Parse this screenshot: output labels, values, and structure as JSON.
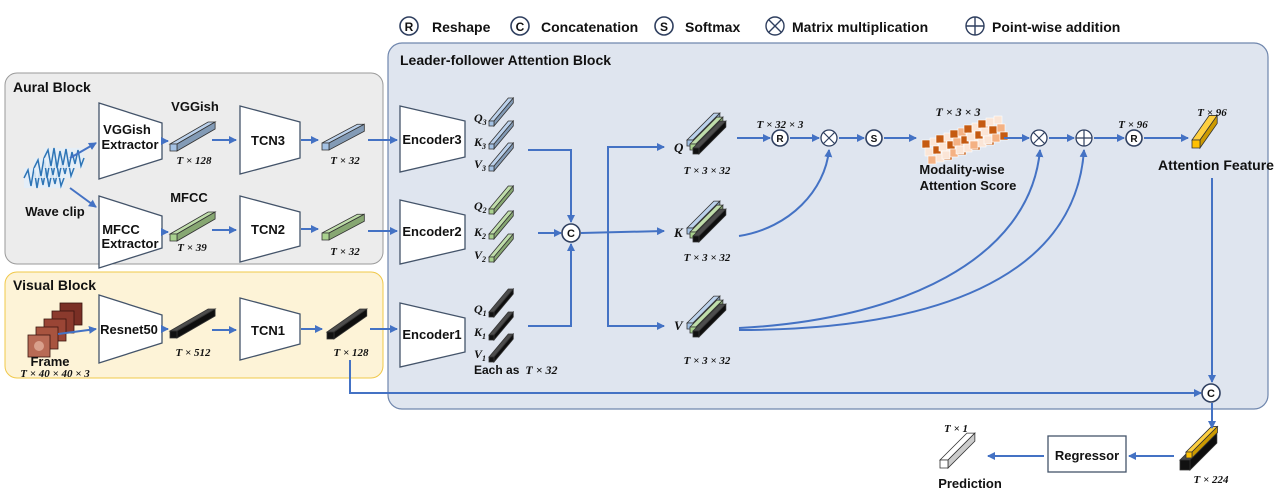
{
  "legend": {
    "reshape_symbol": "R",
    "reshape_label": "Reshape",
    "concat_symbol": "C",
    "concat_label": "Concatenation",
    "softmax_symbol": "S",
    "softmax_label": "Softmax",
    "matmul_label": "Matrix multiplication",
    "add_label": "Point-wise addition"
  },
  "blocks": {
    "aural": "Aural Block",
    "visual": "Visual Block",
    "attention": "Leader-follower Attention Block"
  },
  "inputs": {
    "wave_clip": "Wave clip",
    "frame": "Frame",
    "frame_dim": "T × 40 × 40 × 3"
  },
  "extractors": {
    "vggish_line1": "VGGish",
    "vggish_line2": "Extractor",
    "mfcc_line1": "MFCC",
    "mfcc_line2": "Extractor",
    "resnet": "Resnet50"
  },
  "features": {
    "vggish_label": "VGGish",
    "vggish_dim": "T × 128",
    "mfcc_label": "MFCC",
    "mfcc_dim": "T × 39",
    "resnet_dim": "T × 512"
  },
  "tcns": {
    "tcn3": "TCN3",
    "tcn2": "TCN2",
    "tcn1": "TCN1"
  },
  "tcn_out": {
    "tcn3_dim": "T × 32",
    "tcn2_dim": "T × 32",
    "tcn1_dim": "T × 128"
  },
  "encoders": {
    "enc3": "Encoder3",
    "enc2": "Encoder2",
    "enc1": "Encoder1"
  },
  "qkv": {
    "q3": "Q",
    "k3": "K",
    "v3": "V",
    "sub3": "3",
    "q2": "Q",
    "k2": "K",
    "v2": "V",
    "sub2": "2",
    "q1": "Q",
    "k1": "K",
    "v1": "V",
    "sub1": "1",
    "each_as": "Each as",
    "each_dim": "T × 32"
  },
  "stacked": {
    "q": "Q",
    "q_dim": "T × 3 × 32",
    "k": "K",
    "k_dim": "T × 3 × 32",
    "v": "V",
    "v_dim": "T × 3 × 32"
  },
  "ops": {
    "reshape1_dim": "T × 32 × 3",
    "score_dim": "T × 3 × 3",
    "score_line1": "Modality-wise",
    "score_line2": "Attention Score",
    "reshape2_dim": "T × 96",
    "attn_dim": "T × 96",
    "attn_label": "Attention Feature",
    "concat_dim": "T × 224"
  },
  "output": {
    "regressor": "Regressor",
    "pred_dim": "T × 1",
    "prediction": "Prediction"
  },
  "colors": {
    "arrow": "#4472c4",
    "aural_bg": "#ececec",
    "visual_bg": "#fdf3d7",
    "attention_bg": "#dfe5ef",
    "vggish": "#a4c2e4",
    "mfcc": "#a9d18e",
    "visual": "#111111",
    "attention": "#ffc000",
    "heat_dark": "#c55a11",
    "heat_mid": "#f4b183",
    "heat_light": "#fbe5d6"
  }
}
